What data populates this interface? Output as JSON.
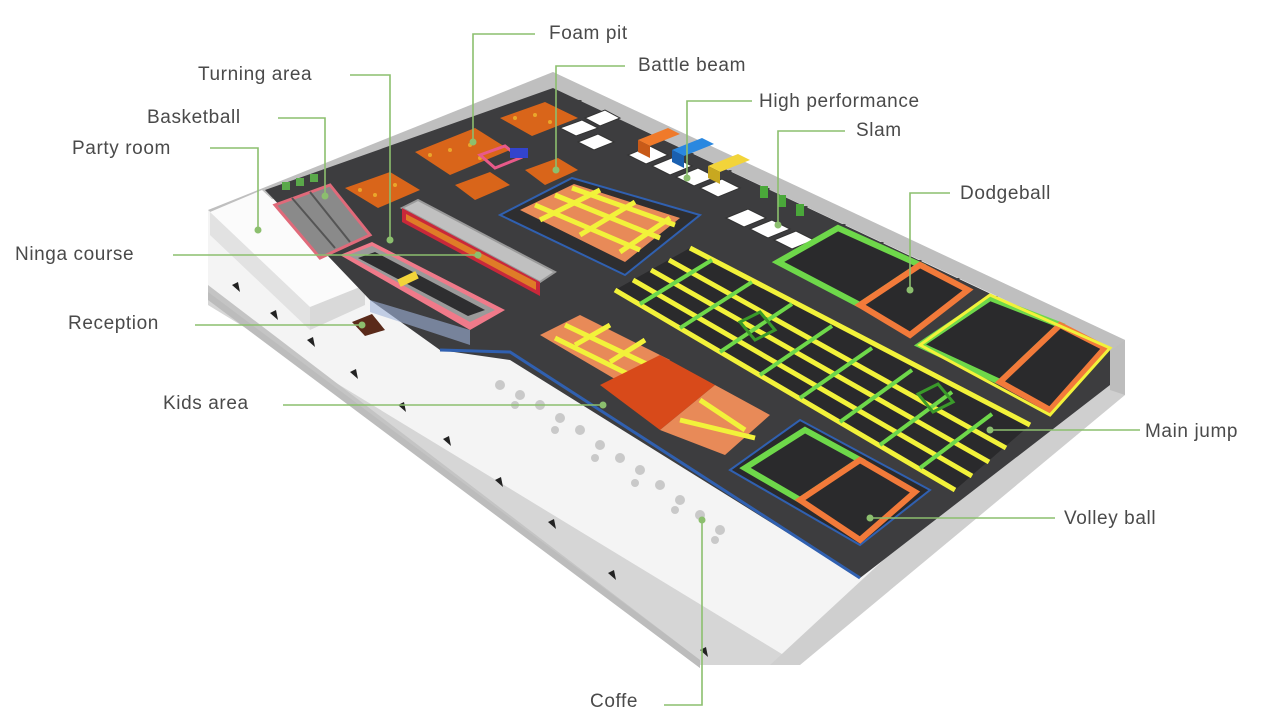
{
  "diagram": {
    "type": "isometric-floor-plan",
    "subject": "Trampoline park layout",
    "leader_color": "#8cbf6e",
    "text_color": "#4a4a4a",
    "labels": [
      {
        "id": "foam-pit",
        "text": "Foam pit"
      },
      {
        "id": "battle-beam",
        "text": "Battle beam"
      },
      {
        "id": "turning-area",
        "text": "Turning area"
      },
      {
        "id": "high-performance",
        "text": "High performance"
      },
      {
        "id": "basketball",
        "text": "Basketball"
      },
      {
        "id": "slam",
        "text": "Slam"
      },
      {
        "id": "party-room",
        "text": "Party room"
      },
      {
        "id": "dodgeball",
        "text": "Dodgeball"
      },
      {
        "id": "ninga-course",
        "text": "Ninga course"
      },
      {
        "id": "reception",
        "text": "Reception"
      },
      {
        "id": "kids-area",
        "text": "Kids area"
      },
      {
        "id": "main-jump",
        "text": "Main jump"
      },
      {
        "id": "volley-ball",
        "text": "Volley ball"
      },
      {
        "id": "coffe",
        "text": "Coffe"
      }
    ]
  }
}
